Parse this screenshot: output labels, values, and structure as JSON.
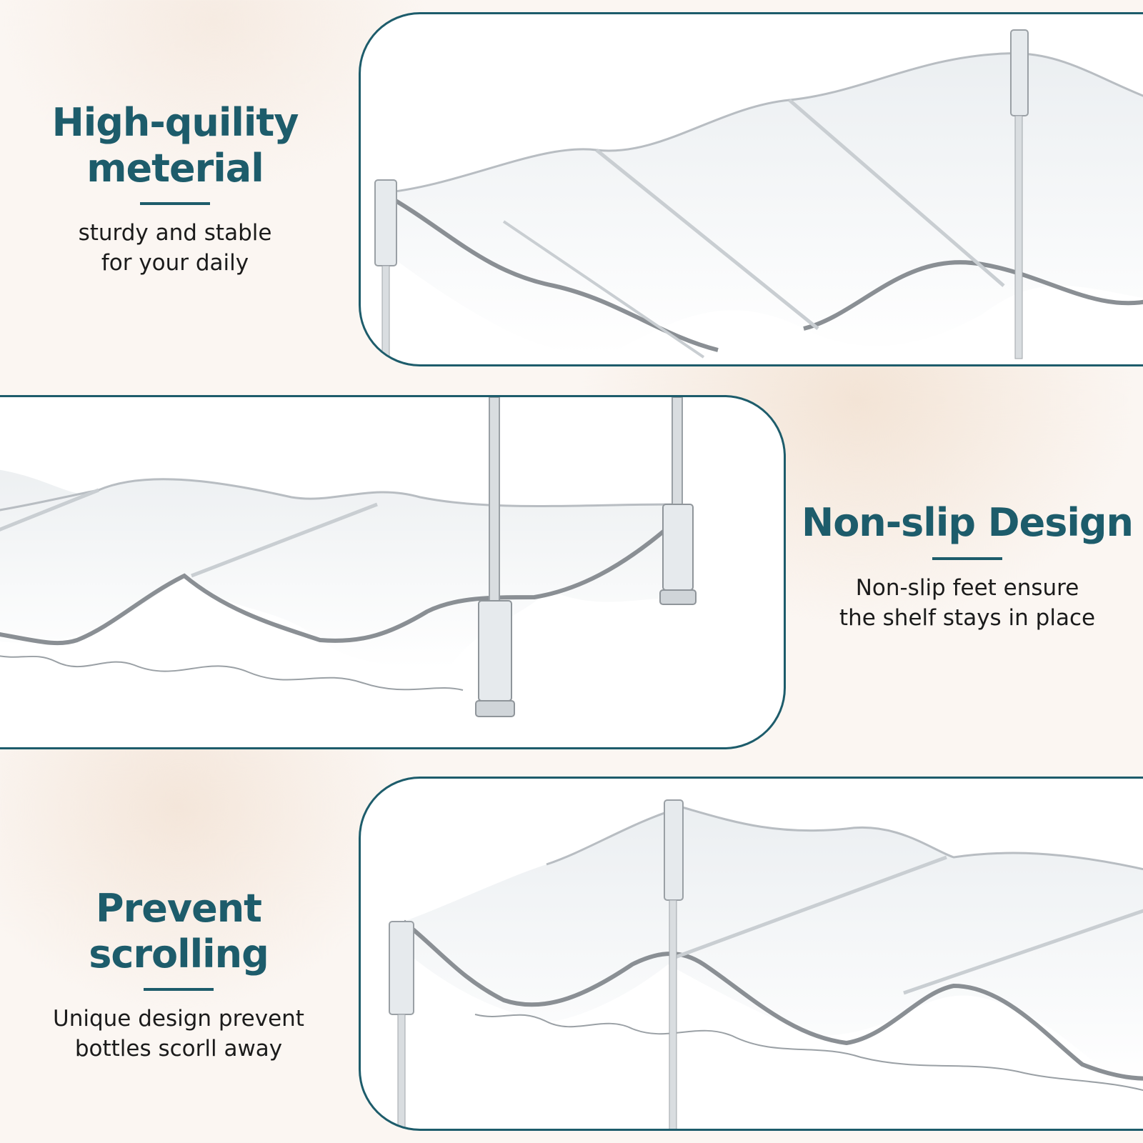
{
  "features": [
    {
      "title_line1": "High-quility",
      "title_line2": "meterial",
      "desc_line1": "sturdy and stable",
      "desc_line2": "for your daily"
    },
    {
      "title_line1": "Non-slip Design",
      "desc_line1": "Non-slip feet ensure",
      "desc_line2": "the shelf stays in place"
    },
    {
      "title_line1": "Prevent scrolling",
      "desc_line1": "Unique design prevent",
      "desc_line2": "bottles scorll away"
    }
  ],
  "colors": {
    "accent": "#1d5c6b",
    "background": "#fbf6f2",
    "text": "#1b1b1b"
  }
}
